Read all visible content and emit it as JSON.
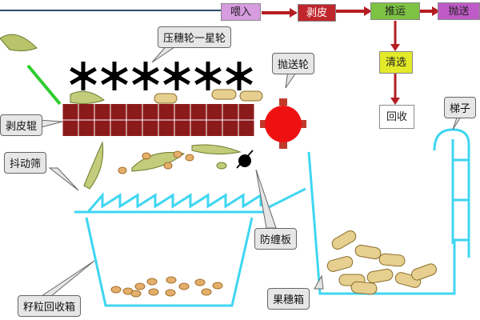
{
  "flow": {
    "feed": "喂入",
    "peel": "剥皮",
    "push": "推运",
    "throw": "抛送",
    "clean": "清选",
    "recycle": "回收"
  },
  "labels": {
    "press_wheel": "压穗轮一星轮",
    "throw_wheel": "抛送轮",
    "peel_roller": "剥皮辊",
    "shake_sieve": "抖动筛",
    "anti_wrap": "防缠板",
    "grain_box": "籽粒回收箱",
    "ear_box": "果穗箱",
    "ladder": "梯子"
  },
  "colors": {
    "feed": "#d79be0",
    "peel": "#c0272d",
    "push": "#7dc242",
    "throw": "#c05ac8",
    "clean": "#e3ea2a",
    "arrow": "#b31d22",
    "roller": "#8b1a1a",
    "throw_wheel": "#ee1111",
    "sieve": "#3fd6f2"
  }
}
